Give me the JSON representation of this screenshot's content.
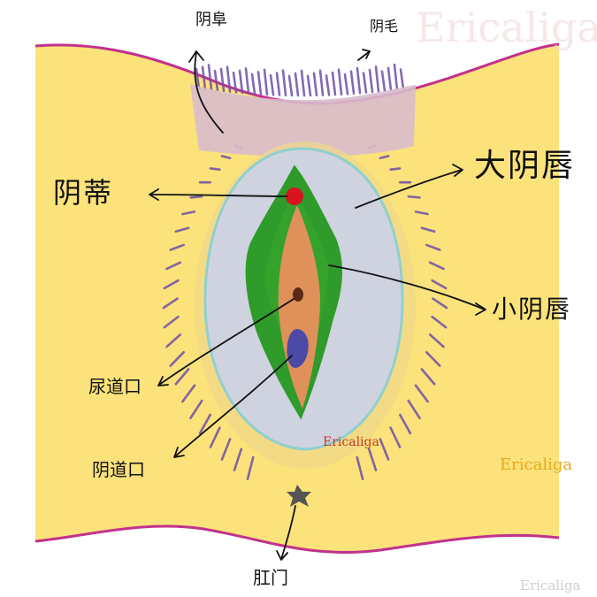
{
  "labels": {
    "mons_pubis": "阴阜",
    "pubic_hair": "阴毛",
    "labia_majora": "大阴唇",
    "clitoris": "阴蒂",
    "labia_minora": "小阴唇",
    "urethral_opening": "尿道口",
    "vaginal_opening": "阴道口",
    "anus": "肛门"
  },
  "watermarks": {
    "top_faint": "Ericaliga",
    "center": "Ericaliga",
    "right": "Ericaliga",
    "bottom_right": "Ericaliga"
  },
  "colors": {
    "skin": "#fbe27a",
    "skin_border": "#c2318c",
    "mons": "#d8bccc",
    "hair": "#6f4fa8",
    "labia_majora": "#cfd3e0",
    "labia_majora_edge": "#8fd0cf",
    "labia_minora": "#2e9b2a",
    "vestibule": "#e0915a",
    "vaginal_opening": "#4b4aa6",
    "clitoris": "#d9141e",
    "urethral_opening": "#5a2a16",
    "anus": "#555555",
    "arrow": "#111111"
  }
}
